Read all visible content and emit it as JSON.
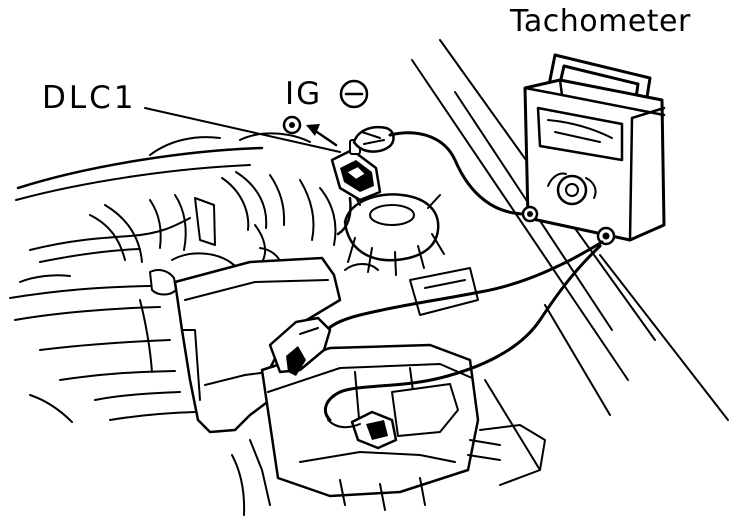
{
  "labels": {
    "tachometer": "Tachometer",
    "dlc": "DLC1",
    "ig": "IG"
  },
  "icons": {
    "minus_circle": "circled-minus-icon"
  },
  "colors": {
    "ink": "#000000",
    "paper": "#ffffff"
  }
}
